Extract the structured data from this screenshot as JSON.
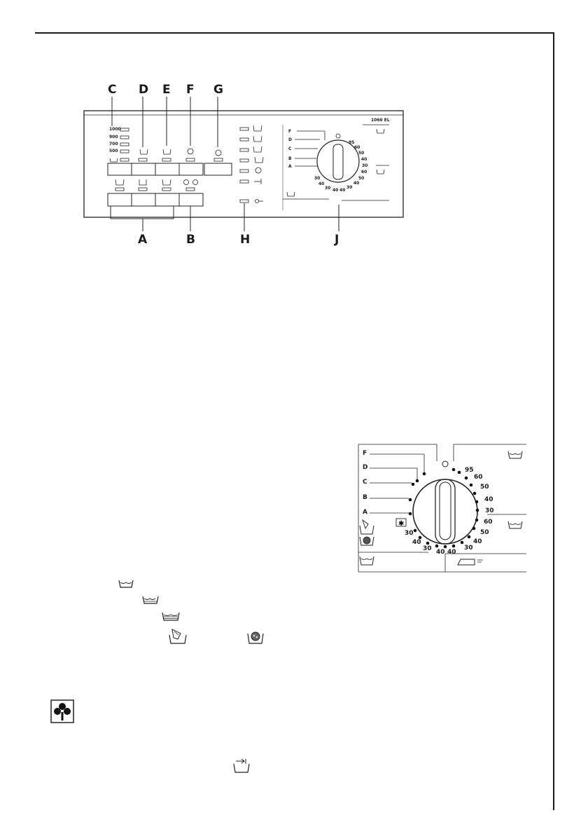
{
  "panel": {
    "callouts_top": [
      "C",
      "D",
      "E",
      "F",
      "G"
    ],
    "callouts_bottom": [
      "A",
      "B",
      "H",
      "J"
    ],
    "spin_speeds": [
      "1000",
      "900",
      "700",
      "500"
    ],
    "model_label": "1060 EL",
    "dial_letters": [
      "F",
      "D",
      "C",
      "B",
      "A"
    ],
    "dial_temps_right": [
      "95",
      "60",
      "50",
      "40",
      "30",
      "60",
      "50",
      "40",
      "30"
    ],
    "dial_temps_bottom": [
      "30",
      "40",
      "30",
      "40",
      "40"
    ]
  },
  "dial_detail": {
    "letters": [
      "F",
      "D",
      "C",
      "B",
      "A"
    ],
    "temps_right": [
      "95",
      "60",
      "50",
      "40",
      "30",
      "60",
      "50",
      "40",
      "30"
    ],
    "temps_bottom": [
      "30",
      "40",
      "30",
      "40",
      "40"
    ]
  },
  "icons": {
    "wash_tub": "wash-tub-icon",
    "hand_wash": "hand-wash-icon",
    "wool": "wool-icon",
    "clover": "clover-icon",
    "rinse_hold": "rinse-hold-icon"
  }
}
